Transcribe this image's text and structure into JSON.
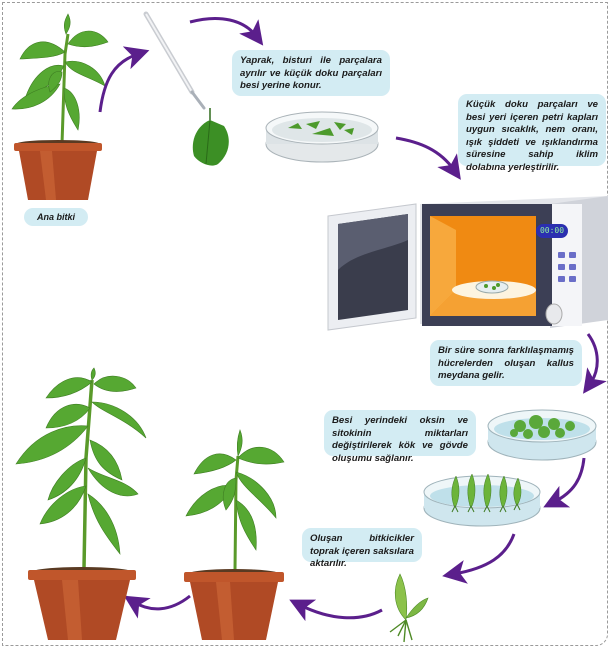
{
  "title": "Doku kültürü aşamaları",
  "labels": {
    "mother_plant": "Ana bitki"
  },
  "steps": [
    {
      "id": "step-1",
      "text": "Yaprak, bisturi ile parçalara ayrılır ve küçük doku parçaları besi yerine konur."
    },
    {
      "id": "step-2",
      "text": "Küçük doku parçaları ve besi yeri içeren petri kapları uygun sıcaklık, nem oranı, ışık şiddeti ve ışıklandırma süresine sahip iklim dolabına yerleştirilir."
    },
    {
      "id": "step-3",
      "text": "Bir süre sonra farklılaşmamış hücrelerden oluşan kallus meydana gelir."
    },
    {
      "id": "step-4",
      "text": "Besi yerindeki oksin ve sitokinin miktarları değiştirilerek kök ve gövde oluşumu sağlanır."
    },
    {
      "id": "step-5",
      "text": "Oluşan bitkicikler toprak içeren saksılara aktarılır."
    }
  ],
  "cabinet": {
    "display": "00:00"
  },
  "colors": {
    "arrow": "#5b1f8c",
    "bubble": "#d3ecf3",
    "pot": "#b3502a",
    "leaf": "#4f9a2e",
    "oven_interior": "#f08a12"
  }
}
